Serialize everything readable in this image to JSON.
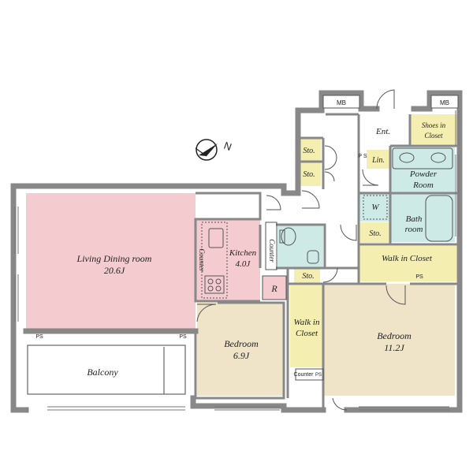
{
  "colors": {
    "wall": "#888888",
    "living": "#f4cccf",
    "bedroom": "#efe3c8",
    "wet": "#cdeae6",
    "storage": "#f4eeb0",
    "balcony": "#ffffff"
  },
  "compass": {
    "label": "N",
    "icon": "north-arrow-icon"
  },
  "rooms": {
    "living": {
      "name": "Living Dining room",
      "size": "20.6J"
    },
    "kitchen": {
      "name": "Kitchen",
      "size": "4.0J"
    },
    "bedroom1": {
      "name": "Bedroom",
      "size": "6.9J"
    },
    "bedroom2": {
      "name": "Bedroom",
      "size": "11.2J"
    },
    "balcony": {
      "name": "Balcony"
    },
    "entrance": {
      "name": "Ent."
    },
    "powder": {
      "line1": "Powder",
      "line2": "Room"
    },
    "bath": {
      "line1": "Bath",
      "line2": "room"
    },
    "wic1": {
      "name": "Walk in Closet"
    },
    "wic2": {
      "line1": "Walk in",
      "line2": "Closet"
    },
    "shoes": {
      "line1": "Shoes in",
      "line2": "Closet"
    }
  },
  "labels": {
    "mb_left": "MB",
    "mb_right": "MB",
    "sto1": "Sto.",
    "sto2": "Sto.",
    "sto3": "Sto.",
    "sto4": "Sto.",
    "lin": "Lin.",
    "w": "W",
    "r": "R",
    "ps_entry": "P S",
    "ps_living": "PS",
    "ps_living2": "PS",
    "ps_wic": "PS",
    "ps_bottom": "PS",
    "counter_kitchen": "Counter",
    "counter_left": "Counter",
    "counter_bottom": "Counter"
  }
}
